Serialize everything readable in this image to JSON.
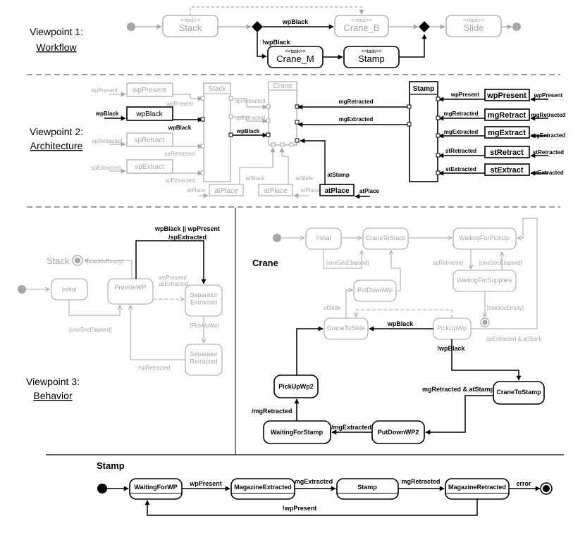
{
  "colors": {
    "active": "#000000",
    "inactive": "#a6a6a6",
    "separator": "#7f7f7f"
  },
  "task_stereotype": "<<task>>",
  "viewpoint1": {
    "number": "Viewpoint 1:",
    "name": "Workflow",
    "tasks": {
      "stack": "Stack",
      "crane_b": "Crane_B",
      "slide": "Slide",
      "crane_m": "Crane_M",
      "stamp": "Stamp"
    },
    "guards": {
      "wp_black": "wpBlack",
      "not_wp_black": "!wpBlack"
    }
  },
  "viewpoint2": {
    "number": "Viewpoint 2:",
    "name": "Architecture",
    "components": {
      "stack": "Stack",
      "crane": "Crane",
      "stamp": "Stamp"
    },
    "sensors": {
      "wp_present": "wpPresent",
      "wp_black": "wpBlack",
      "sp_retract": "spRetract",
      "sp_extract": "spExtract",
      "at_place_1": "atPlace",
      "at_place_2": "atPlace",
      "at_place_3": "atPlace",
      "stamp_wp_present": "wpPresent",
      "mg_retract": "mgRetract",
      "mg_extract": "mgExtract",
      "st_retract": "stRetract",
      "st_extract": "stExtract"
    },
    "signals": {
      "wp_present_in": "wpPresent",
      "wp_present_out": "wpPresent",
      "wp_black_in": "wpBlack",
      "wp_black_out": "wpBlack",
      "wp_black_crane": "wpBlack",
      "sp_retracted_in": "spRetracted",
      "sp_retracted_out": "spRetracted",
      "sp_retracted_crane": "spRetracted",
      "sp_extracted_in": "spExtracted",
      "sp_extracted_out": "spExtracted",
      "sp_extracted_crane": "spExtracted",
      "at_place_1": "atPlace",
      "at_place_2": "atPlace",
      "at_place_3": "atPlace",
      "at_stack": "atStack",
      "at_slide": "atSlide",
      "at_stamp": "atStamp",
      "mg_retracted_link": "mgRetracted",
      "mg_extracted_link": "mgExtracted",
      "stamp_wp_present_in": "wpPresent",
      "stamp_wp_present_port": "wpPresent",
      "mg_retracted_port": "mgRetracted",
      "mg_retracted_in": "mgRetracted",
      "mg_extracted_port": "mgExtracted",
      "mg_extracted_in": "mgExtracted",
      "st_retracted_port": "stRetracted",
      "st_retracted_in": "stRetracted",
      "st_extracted_port": "stExtracted",
      "st_extracted_in": "stExtracted"
    }
  },
  "viewpoint3": {
    "number": "Viewpoint 3:",
    "name": "Behavior",
    "stack": {
      "title": "Stack",
      "states": {
        "initial": "Initial",
        "provide_wp": "ProvideWP",
        "separator_extracted": "Separator\nExtracted",
        "separator_retracted": "Separator\nRetracted"
      },
      "labels": {
        "stack_is_empty": "[stackIsEmpty]",
        "wp_black_or_present": "wpBlack || wpPresent",
        "sp_extracted_action": "/spExtracted",
        "wp_present_sp_extracted": "wpPresent/\nspExtracted",
        "one_sec_elapsed": "[oneSecElapsed]",
        "pick_up_wp": "[PickUpWp]",
        "sp_retracted_action": "/spRetracted"
      }
    },
    "crane": {
      "title": "Crane",
      "states": {
        "initial": "Initial",
        "crane_to_stack": "CraneToStack",
        "waiting_for_pick_up": "WaitingForPickUp",
        "waiting_for_supplies": "WaitingForSupplies",
        "put_down_wp": "PutDownWp",
        "crane_to_slide": "CraneToSlide",
        "pick_up_wp": "PickUpWp",
        "pick_up_wp2": "PickUpWp2",
        "crane_to_stamp": "CraneToStamp",
        "waiting_for_stamp": "WaitingForStamp",
        "put_down_wp2": "PutDownWP2"
      },
      "labels": {
        "one_sec_elapsed_1": "[oneSecElapsed]",
        "one_sec_elapsed_2": "[oneSecElapsed]",
        "sp_retracted": "spRetracted",
        "stack_is_empty": "[stackIsEmpty]",
        "at_slide": "atSlide",
        "wp_black": "wpBlack",
        "not_wp_black": "!wpBlack",
        "sp_extracted_at_stack": "spExtracted & atStack",
        "mg_retracted_at_stamp": "mgRetracted & atStamp",
        "mg_extracted_action": "/mgExtracted",
        "mg_retracted_action": "/mgRetracted"
      }
    }
  },
  "stamp_behavior": {
    "title": "Stamp",
    "states": {
      "waiting_for_wp": "WaitingForWP",
      "magazine_extracted": "MagazineExtracted",
      "stamp": "Stamp",
      "magazine_retracted": "MagazineRetracted"
    },
    "labels": {
      "wp_present": "wpPresent",
      "mg_extracted": "mgExtracted",
      "mg_retracted": "mgRetracted",
      "error": "error",
      "not_wp_present": "!wpPresent"
    }
  }
}
